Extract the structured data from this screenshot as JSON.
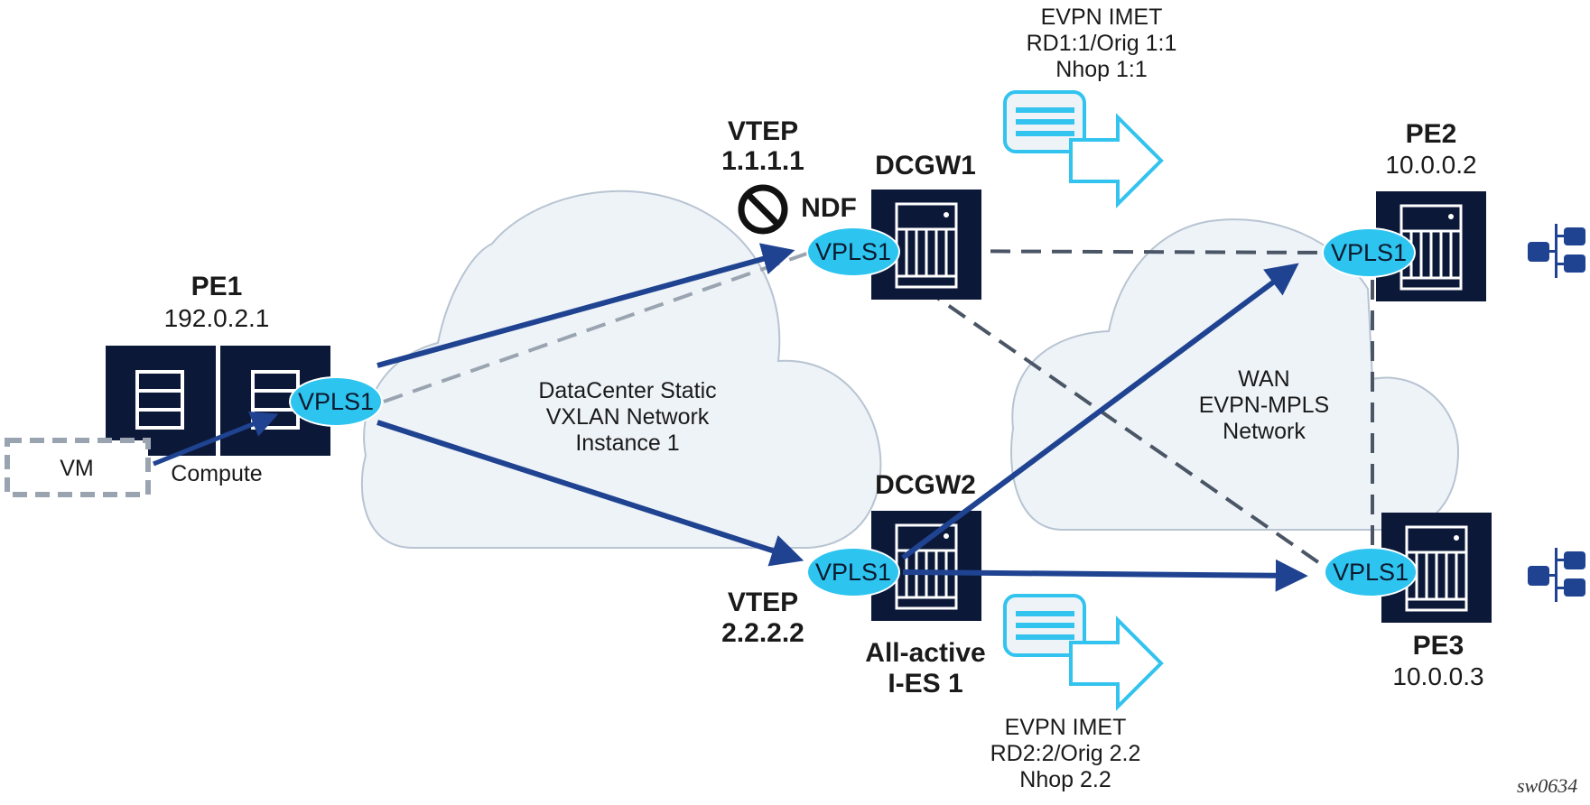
{
  "colors": {
    "device_fill": "#0c1838",
    "vpls_fill": "#2ec4f0",
    "arrow_blue": "#1f4391",
    "cloud_fill": "#eef3f8",
    "cloud_stroke": "#b8c4d2",
    "dash_dark": "#4a5565",
    "dash_light": "#9aa4b0",
    "message_cyan": "#33c3ef",
    "ndf_black": "#111111"
  },
  "nodes": {
    "pe1": {
      "name": "PE1",
      "ip": "192.0.2.1",
      "service": "VPLS1"
    },
    "dcgw1": {
      "name": "DCGW1",
      "service": "VPLS1",
      "vtep_title": "VTEP",
      "vtep_ip": "1.1.1.1",
      "status": "NDF"
    },
    "dcgw2": {
      "name": "DCGW2",
      "service": "VPLS1",
      "vtep_title": "VTEP",
      "vtep_ip": "2.2.2.2",
      "es_line1": "All-active",
      "es_line2": "I-ES 1"
    },
    "pe2": {
      "name": "PE2",
      "ip": "10.0.0.2",
      "service": "VPLS1"
    },
    "pe3": {
      "name": "PE3",
      "ip": "10.0.0.3",
      "service": "VPLS1"
    },
    "vm": {
      "label": "VM"
    },
    "compute": {
      "label": "Compute"
    }
  },
  "clouds": {
    "datacenter": {
      "line1": "DataCenter Static",
      "line2": "VXLAN Network",
      "line3": "Instance 1"
    },
    "wan": {
      "line1": "WAN",
      "line2": "EVPN-MPLS",
      "line3": "Network"
    }
  },
  "messages": {
    "imet1": {
      "line1": "EVPN IMET",
      "line2": "RD1:1/Orig 1:1",
      "line3": "Nhop 1:1"
    },
    "imet2": {
      "line1": "EVPN IMET",
      "line2": "RD2:2/Orig 2.2",
      "line3": "Nhop 2.2"
    }
  },
  "links": [
    {
      "from": "pe1",
      "to": "dcgw1",
      "style": "solid-arrow"
    },
    {
      "from": "pe1",
      "to": "dcgw1",
      "style": "dashed-light"
    },
    {
      "from": "pe1",
      "to": "dcgw2",
      "style": "solid-arrow"
    },
    {
      "from": "vm",
      "to": "pe1",
      "style": "solid-arrow"
    },
    {
      "from": "dcgw1",
      "to": "pe2",
      "style": "dashed-dark"
    },
    {
      "from": "dcgw1",
      "to": "pe3",
      "style": "dashed-dark"
    },
    {
      "from": "pe2",
      "to": "pe3",
      "style": "dashed-dark"
    },
    {
      "from": "dcgw2",
      "to": "pe2",
      "style": "solid-arrow"
    },
    {
      "from": "dcgw2",
      "to": "pe3",
      "style": "solid-arrow"
    }
  ],
  "figure_id": "sw0634"
}
